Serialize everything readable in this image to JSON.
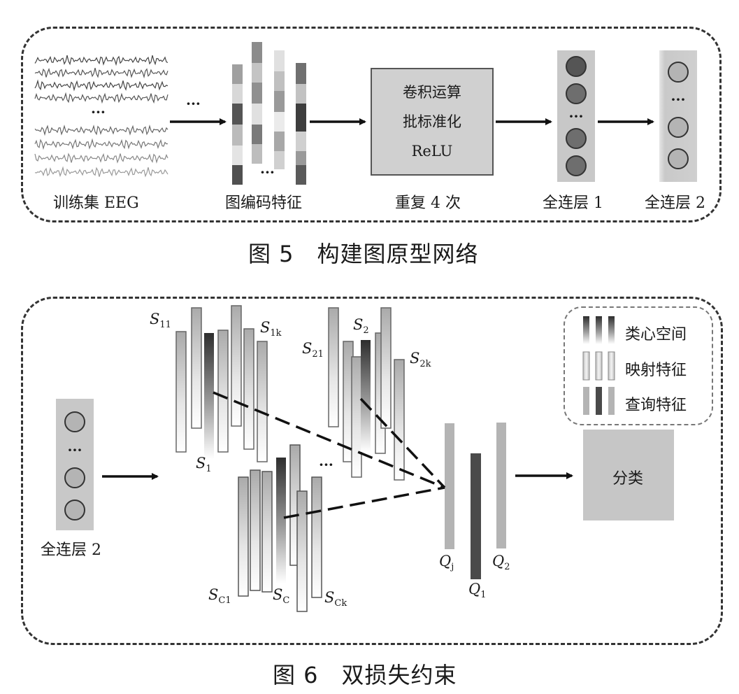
{
  "fig5": {
    "caption": "图 5　构建图原型网络",
    "eeg_label": "训练集 EEG",
    "graph_label": "图编码特征",
    "conv_lines": [
      "卷积运算",
      "批标准化",
      "ReLU"
    ],
    "repeat_label": "重复 4 次",
    "fc1_label": "全连层 1",
    "fc2_label": "全连层 2",
    "ellipsis": "···"
  },
  "fig6": {
    "caption": "图 6　双损失约束",
    "fc2_label": "全连层 2",
    "classify_label": "分类",
    "legend": {
      "class_center": "类心空间",
      "mapped_feature": "映射特征",
      "query_feature": "查询特征"
    },
    "symbols": {
      "S11": {
        "base": "S",
        "sub": "11"
      },
      "S1k": {
        "base": "S",
        "sub": "1k"
      },
      "S1": {
        "base": "S",
        "sub": "1"
      },
      "S21": {
        "base": "S",
        "sub": "21"
      },
      "S2": {
        "base": "S",
        "sub": "2"
      },
      "S2k": {
        "base": "S",
        "sub": "2k"
      },
      "SC1": {
        "base": "S",
        "sub": "C1"
      },
      "SC": {
        "base": "S",
        "sub": "C"
      },
      "SCk": {
        "base": "S",
        "sub": "Ck"
      },
      "Qj": {
        "base": "Q",
        "sub": "j"
      },
      "Q1": {
        "base": "Q",
        "sub": "1"
      },
      "Q2": {
        "base": "Q",
        "sub": "2"
      }
    },
    "ellipsis": "···"
  }
}
